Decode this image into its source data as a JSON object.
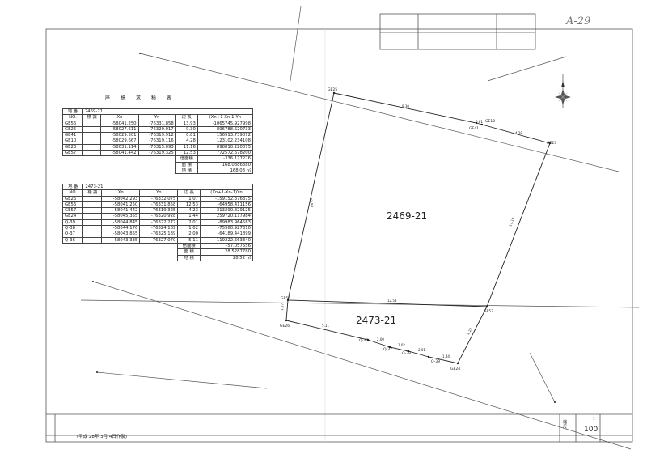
{
  "stamp": "A-29",
  "table_title": "座標求積表",
  "parcels": [
    {
      "label": "2469-21"
    },
    {
      "label": "2473-21"
    }
  ],
  "tableA": {
    "lot_label": "地 番",
    "lot_no": "2469-21",
    "headers": [
      "NO.",
      "標 識",
      "Xn",
      "Yn",
      "辺 長",
      "(Xn+1-Xn-1)Yn"
    ],
    "rows": [
      [
        "GE56",
        "",
        "-58041.250",
        "-76331.858",
        "13.93",
        "-1065745.927998"
      ],
      [
        "GE25",
        "",
        "-58027.611",
        "-76329.017",
        "9.30",
        "-896788.620733"
      ],
      [
        "GE41",
        "",
        "-58029.501",
        "-76319.912",
        "0.81",
        "156913.739072"
      ],
      [
        "GE10",
        "",
        "-58029.667",
        "-76319.116",
        "4.28",
        "123102.234108"
      ],
      [
        "GE23",
        "",
        "-58031.114",
        "-76315.093",
        "11.16",
        "898810.220075"
      ],
      [
        "GE57",
        "",
        "-58041.442",
        "-76319.325",
        "12.53",
        "772572.678200"
      ]
    ],
    "totals": [
      [
        "倍面積",
        "-336.177276"
      ],
      [
        "面 積",
        "168.0886380"
      ],
      [
        "地 積",
        "168.08 ㎡"
      ]
    ]
  },
  "tableB": {
    "lot_label": "地 番",
    "lot_no": "2473-21",
    "headers": [
      "NO.",
      "標 識",
      "Xn",
      "Yn",
      "辺 長",
      "(Xn+1-Xn-1)Yn"
    ],
    "rows": [
      [
        "GE26",
        "",
        "-58042.293",
        "-76332.075",
        "1.07",
        "-159152.376375"
      ],
      [
        "GE56",
        "",
        "-58041.250",
        "-76331.858",
        "12.53",
        "-64958.411156"
      ],
      [
        "GE57",
        "",
        "-58041.442",
        "-76319.325",
        "4.23",
        "313290.829125"
      ],
      [
        "GE24",
        "",
        "-58045.355",
        "-76320.928",
        "1.44",
        "259720.117984"
      ],
      [
        "Q-39",
        "",
        "-58044.845",
        "-76322.277",
        "2.01",
        "-89983.964583"
      ],
      [
        "Q-38",
        "",
        "-58044.176",
        "-76324.169",
        "1.02",
        "-75560.927310"
      ],
      [
        "Q-37",
        "",
        "-58043.855",
        "-76325.139",
        "2.00",
        "-64189.441899"
      ],
      [
        "Q-36",
        "",
        "-58043.335",
        "-76327.070",
        "5.11",
        "-119222.663340"
      ]
    ],
    "totals": [
      [
        "倍面積",
        "-57.057556"
      ],
      [
        "面 積",
        "28.5287780"
      ],
      [
        "地 積",
        "28.52 ㎡"
      ]
    ]
  },
  "point_labels": {
    "GE25": "GE25",
    "GE41": "GE41",
    "GE10": "GE10",
    "GE23": "GE23",
    "GE56": "GE56",
    "GE26": "GE26",
    "GE57": "GE57",
    "GE24": "GE24",
    "Q36": "Q-36",
    "Q37": "Q-37",
    "Q38": "Q-38",
    "Q39": "Q-39"
  },
  "edge_lengths": {
    "GE25_GE41": "9.30",
    "GE41_GE10": "0.81",
    "GE10_GE23": "4.28",
    "GE25_GE56": "13.93",
    "GE23_GE57": "11.16",
    "GE56_GE57": "12.53",
    "GE57_GE24": "4.23",
    "GE26_GE56": "1.07",
    "GE26_Q36": "5.11",
    "Q36_Q37": "2.00",
    "Q37_Q38": "1.02",
    "Q38_Q39": "2.01",
    "Q39_GE24": "1.44"
  },
  "footer_date": "(平成 28年 3月 4日作製)",
  "scale_label": "縮尺",
  "scale_numerator": "1",
  "scale_value": "100"
}
